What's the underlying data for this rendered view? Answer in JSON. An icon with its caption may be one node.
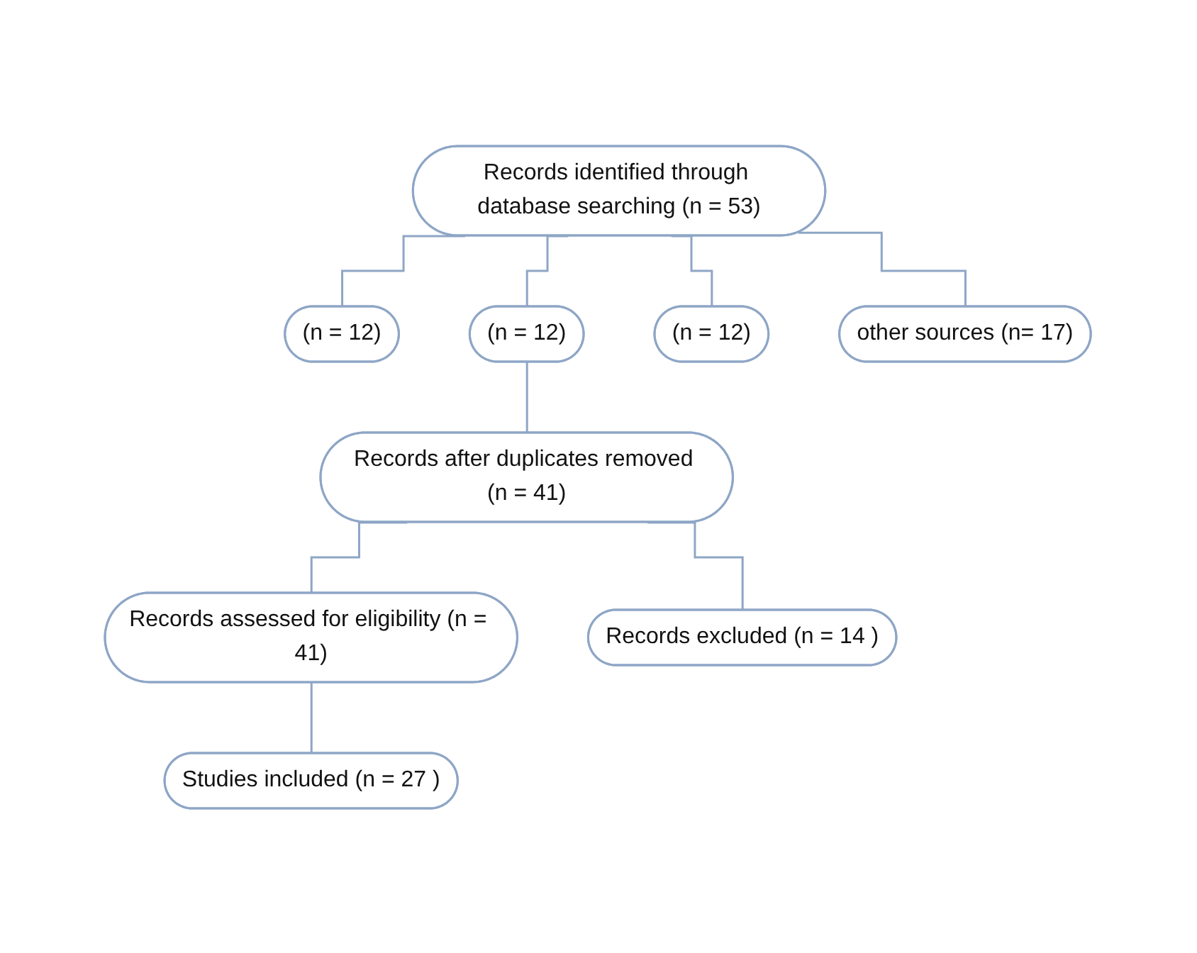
{
  "diagram": {
    "nodes": [
      {
        "text": [
          "Records identified through database searching (n = 53)"
        ]
      },
      {
        "text": [
          "(n = 12)"
        ]
      },
      {
        "text": [
          "(n = 12)"
        ]
      },
      {
        "text": [
          "(n = 12)"
        ]
      },
      {
        "text": [
          "other sources (n= 17)"
        ]
      },
      {
        "text": [
          "Records after duplicates removed (n = 41)"
        ]
      },
      {
        "text": [
          "Records assessed for eligibility (n = 41)"
        ]
      },
      {
        "text": [
          "Records excluded (n = 14 )"
        ]
      },
      {
        "text": [
          "Studies included (n = 27 )"
        ]
      }
    ],
    "edges": [
      {
        "from": 0,
        "to": 1,
        "arrow": "none"
      },
      {
        "from": 0,
        "to": 2,
        "arrow": "none"
      },
      {
        "from": 0,
        "to": 3,
        "arrow": "none"
      },
      {
        "from": 0,
        "to": 4,
        "arrow": "none"
      },
      {
        "from": 2,
        "to": 5,
        "arrow": "none"
      },
      {
        "from": 5,
        "to": 6,
        "arrow": "none"
      },
      {
        "from": 5,
        "to": 7,
        "arrow": "none"
      },
      {
        "from": 6,
        "to": 8,
        "arrow": "none"
      }
    ]
  }
}
